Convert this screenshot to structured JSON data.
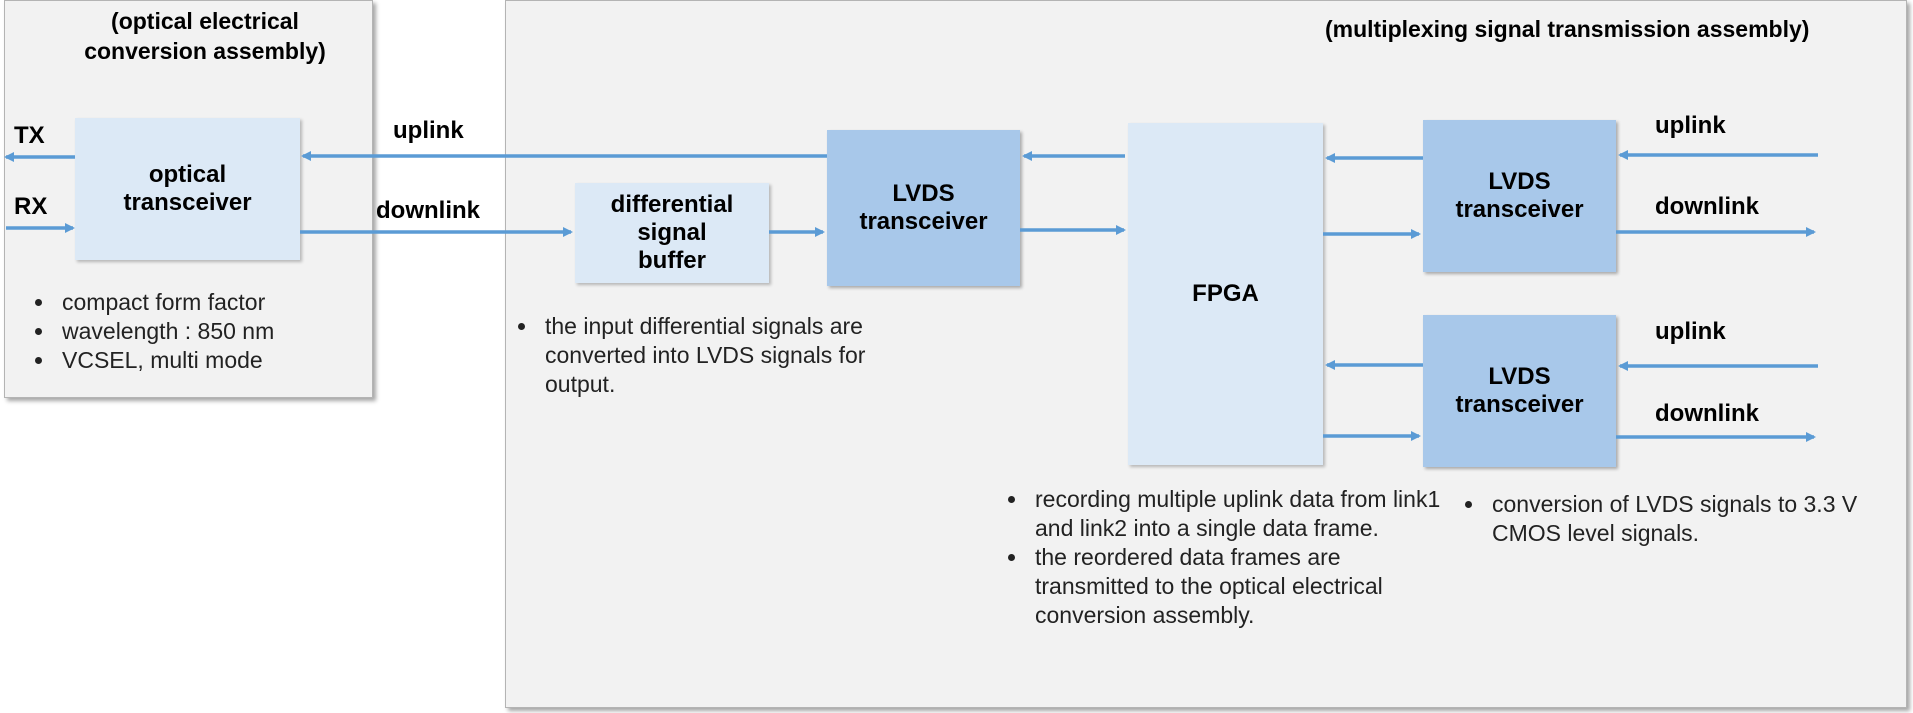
{
  "left_panel": {
    "title": "(optical electrical\nconversion assembly)",
    "block": "optical\ntransceiver",
    "tx_label": "TX",
    "rx_label": "RX",
    "notes": [
      "compact form factor",
      "wavelength : 850 nm",
      "VCSEL, multi mode"
    ]
  },
  "right_panel": {
    "title": "(multiplexing signal transmission assembly)"
  },
  "links": {
    "uplink": "uplink",
    "downlink": "downlink",
    "link1_uplink": "uplink",
    "link1_downlink": "downlink",
    "link2_uplink": "uplink",
    "link2_downlink": "downlink"
  },
  "blocks": {
    "diff_buffer": "differential\nsignal\nbuffer",
    "lvds_main": "LVDS\ntransceiver",
    "fpga": "FPGA",
    "lvds_top": "LVDS\ntransceiver",
    "lvds_bottom": "LVDS\ntransceiver"
  },
  "notes": {
    "buffer": [
      "the input differential signals are converted into LVDS signals for output."
    ],
    "fpga": [
      "recording multiple uplink data from link1 and link2 into a single data frame.",
      "the reordered data frames are transmitted to the optical electrical conversion assembly."
    ],
    "lvds": [
      "conversion of LVDS signals to 3.3 V CMOS level signals."
    ]
  },
  "colors": {
    "arrow": "#5b9bd5",
    "block_light": "#dce9f6",
    "block_mid": "#a8c8ea",
    "panel": "#f2f2f2"
  }
}
